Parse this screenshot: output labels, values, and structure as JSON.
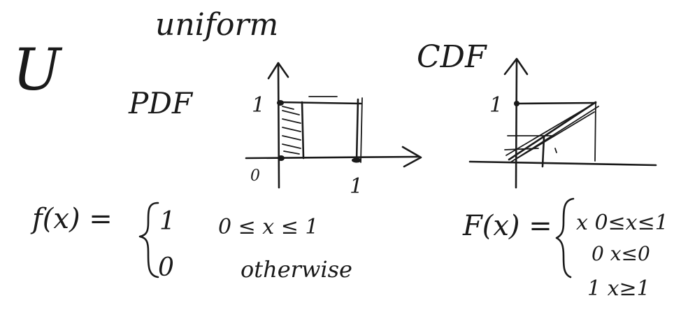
{
  "whiteboard": {
    "symbol": "U",
    "title": "uniform",
    "pdf": {
      "label": "PDF",
      "y_tick": "1",
      "origin": "0",
      "x_tick": "1"
    },
    "cdf": {
      "label": "CDF",
      "y_tick": "1"
    },
    "pdf_formula": {
      "lhs": "f(x) =",
      "case1_value": "1",
      "case1_condition": "0 ≤ x ≤ 1",
      "case2_value": "0",
      "case2_condition": "otherwise"
    },
    "cdf_formula": {
      "lhs": "F(x) =",
      "case1": "x  0≤x≤1",
      "case2": "0   x≤0",
      "case3": "1   x≥1"
    }
  }
}
